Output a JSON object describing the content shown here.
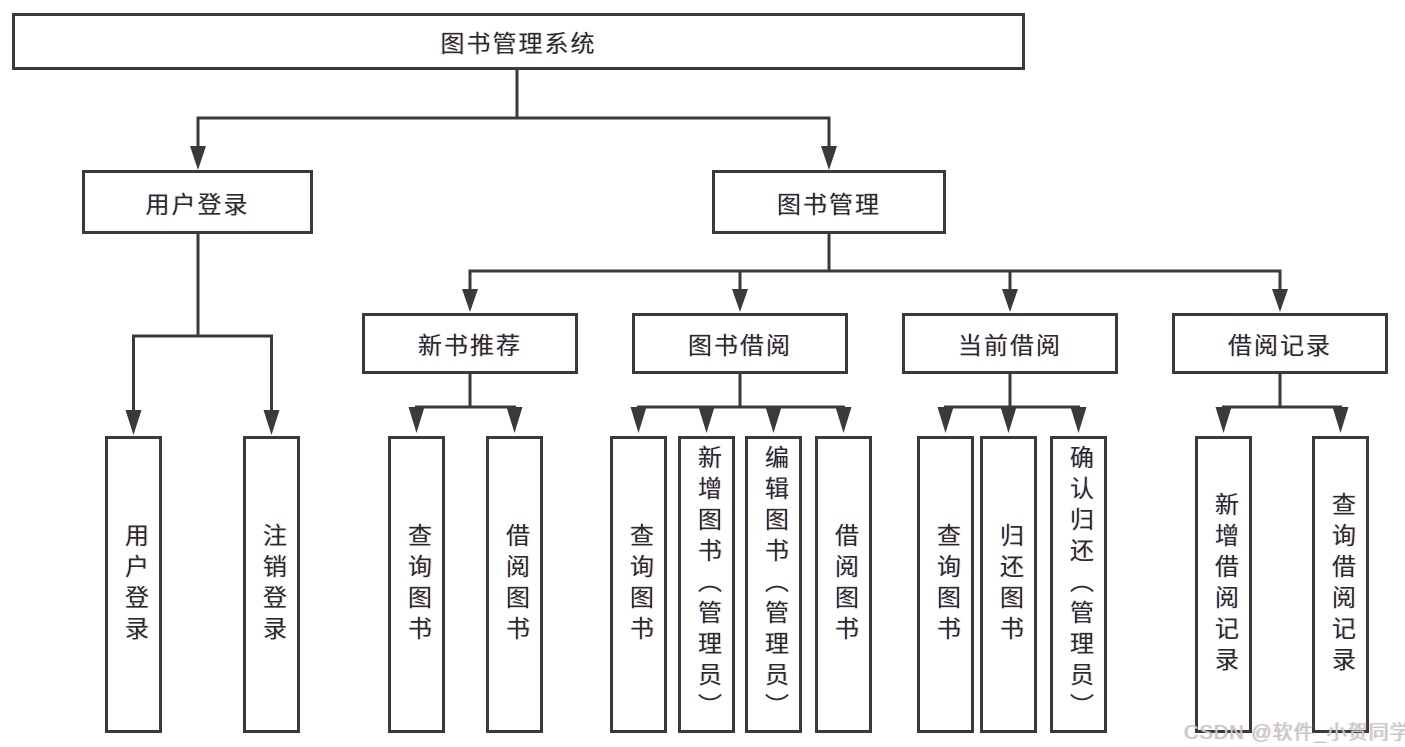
{
  "root": {
    "label": "图书管理系统"
  },
  "branches": [
    {
      "label": "用户登录",
      "children": [
        {
          "label": "用户登录"
        },
        {
          "label": "注销登录"
        }
      ]
    },
    {
      "label": "图书管理",
      "children": [
        {
          "label": "新书推荐",
          "children": [
            {
              "label": "查询图书"
            },
            {
              "label": "借阅图书"
            }
          ]
        },
        {
          "label": "图书借阅",
          "children": [
            {
              "label": "查询图书"
            },
            {
              "label": "新增图书（管理员）"
            },
            {
              "label": "编辑图书（管理员）"
            },
            {
              "label": "借阅图书"
            }
          ]
        },
        {
          "label": "当前借阅",
          "children": [
            {
              "label": "查询图书"
            },
            {
              "label": "归还图书"
            },
            {
              "label": "确认归还（管理员）"
            }
          ]
        },
        {
          "label": "借阅记录",
          "children": [
            {
              "label": "新增借阅记录"
            },
            {
              "label": "查询借阅记录"
            }
          ]
        }
      ]
    }
  ],
  "watermark": {
    "text": "CSDN @软件_小贺同学"
  },
  "colors": {
    "line": "#3a3a3a",
    "text": "#2a2a2a",
    "watermark": "#c8c8c8",
    "background": "#ffffff"
  }
}
